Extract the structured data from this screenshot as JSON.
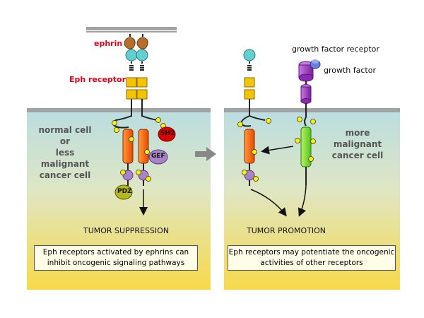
{
  "left_panel": {
    "ligand_label": "ephrin",
    "receptor_label": "Eph receptor",
    "cell_label": "normal cell\nor\nless malignant\ncancer cell",
    "sh2_label": "SH2",
    "gef_label": "GEF",
    "pdz_label": "PDZ",
    "outcome_label": "TUMOR SUPPRESSION",
    "caption": "Eph receptors activated by ephrins can inhibit oncogenic signaling pathways"
  },
  "right_panel": {
    "gf_receptor_label": "growth factor receptor",
    "gf_label": "growth factor",
    "cell_label": "more malignant\ncancer cell",
    "outcome_label": "TUMOR PROMOTION",
    "caption": "Eph receptors may potentiate the oncogenic activities of other receptors"
  },
  "colors": {
    "membrane": "#a3a3a3",
    "cell_top": "#b9dde0",
    "cell_bottom": "#f7d94a",
    "ephrin": "#b56e2c",
    "globular_domain": "#63cfd0",
    "fn_domain": "#f5c400",
    "kinase": "#f35b00",
    "sh2": "#dd0000",
    "gef": "#a884c7",
    "pdz": "#b4b818",
    "gf_receptor": "#9a2fbf",
    "gf_ligand": "#6a7fdc",
    "other_kinase": "#7ddc2b",
    "phospho": "#ffef00",
    "arrow_between": "#888888"
  }
}
